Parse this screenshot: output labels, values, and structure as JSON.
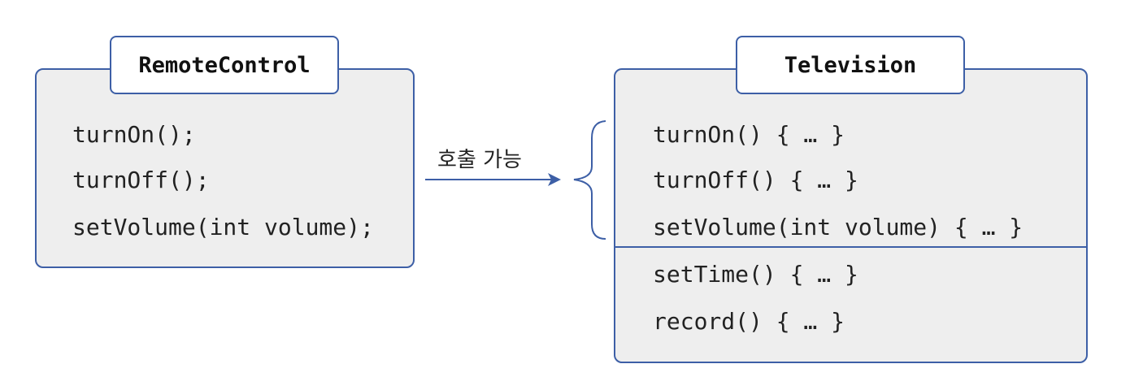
{
  "colors": {
    "border": "#3d5fa6",
    "box_fill": "#eeeeee",
    "tab_fill": "#ffffff"
  },
  "remote_control": {
    "title": "RemoteControl",
    "methods": [
      "turnOn();",
      "turnOff();",
      "setVolume(int volume);"
    ]
  },
  "arrow": {
    "label": "호출 가능"
  },
  "television": {
    "title": "Television",
    "shared_methods": [
      "turnOn() { … }",
      "turnOff() { … }",
      "setVolume(int volume) { … }"
    ],
    "own_methods": [
      "setTime() { … }",
      "record() { … }"
    ]
  }
}
